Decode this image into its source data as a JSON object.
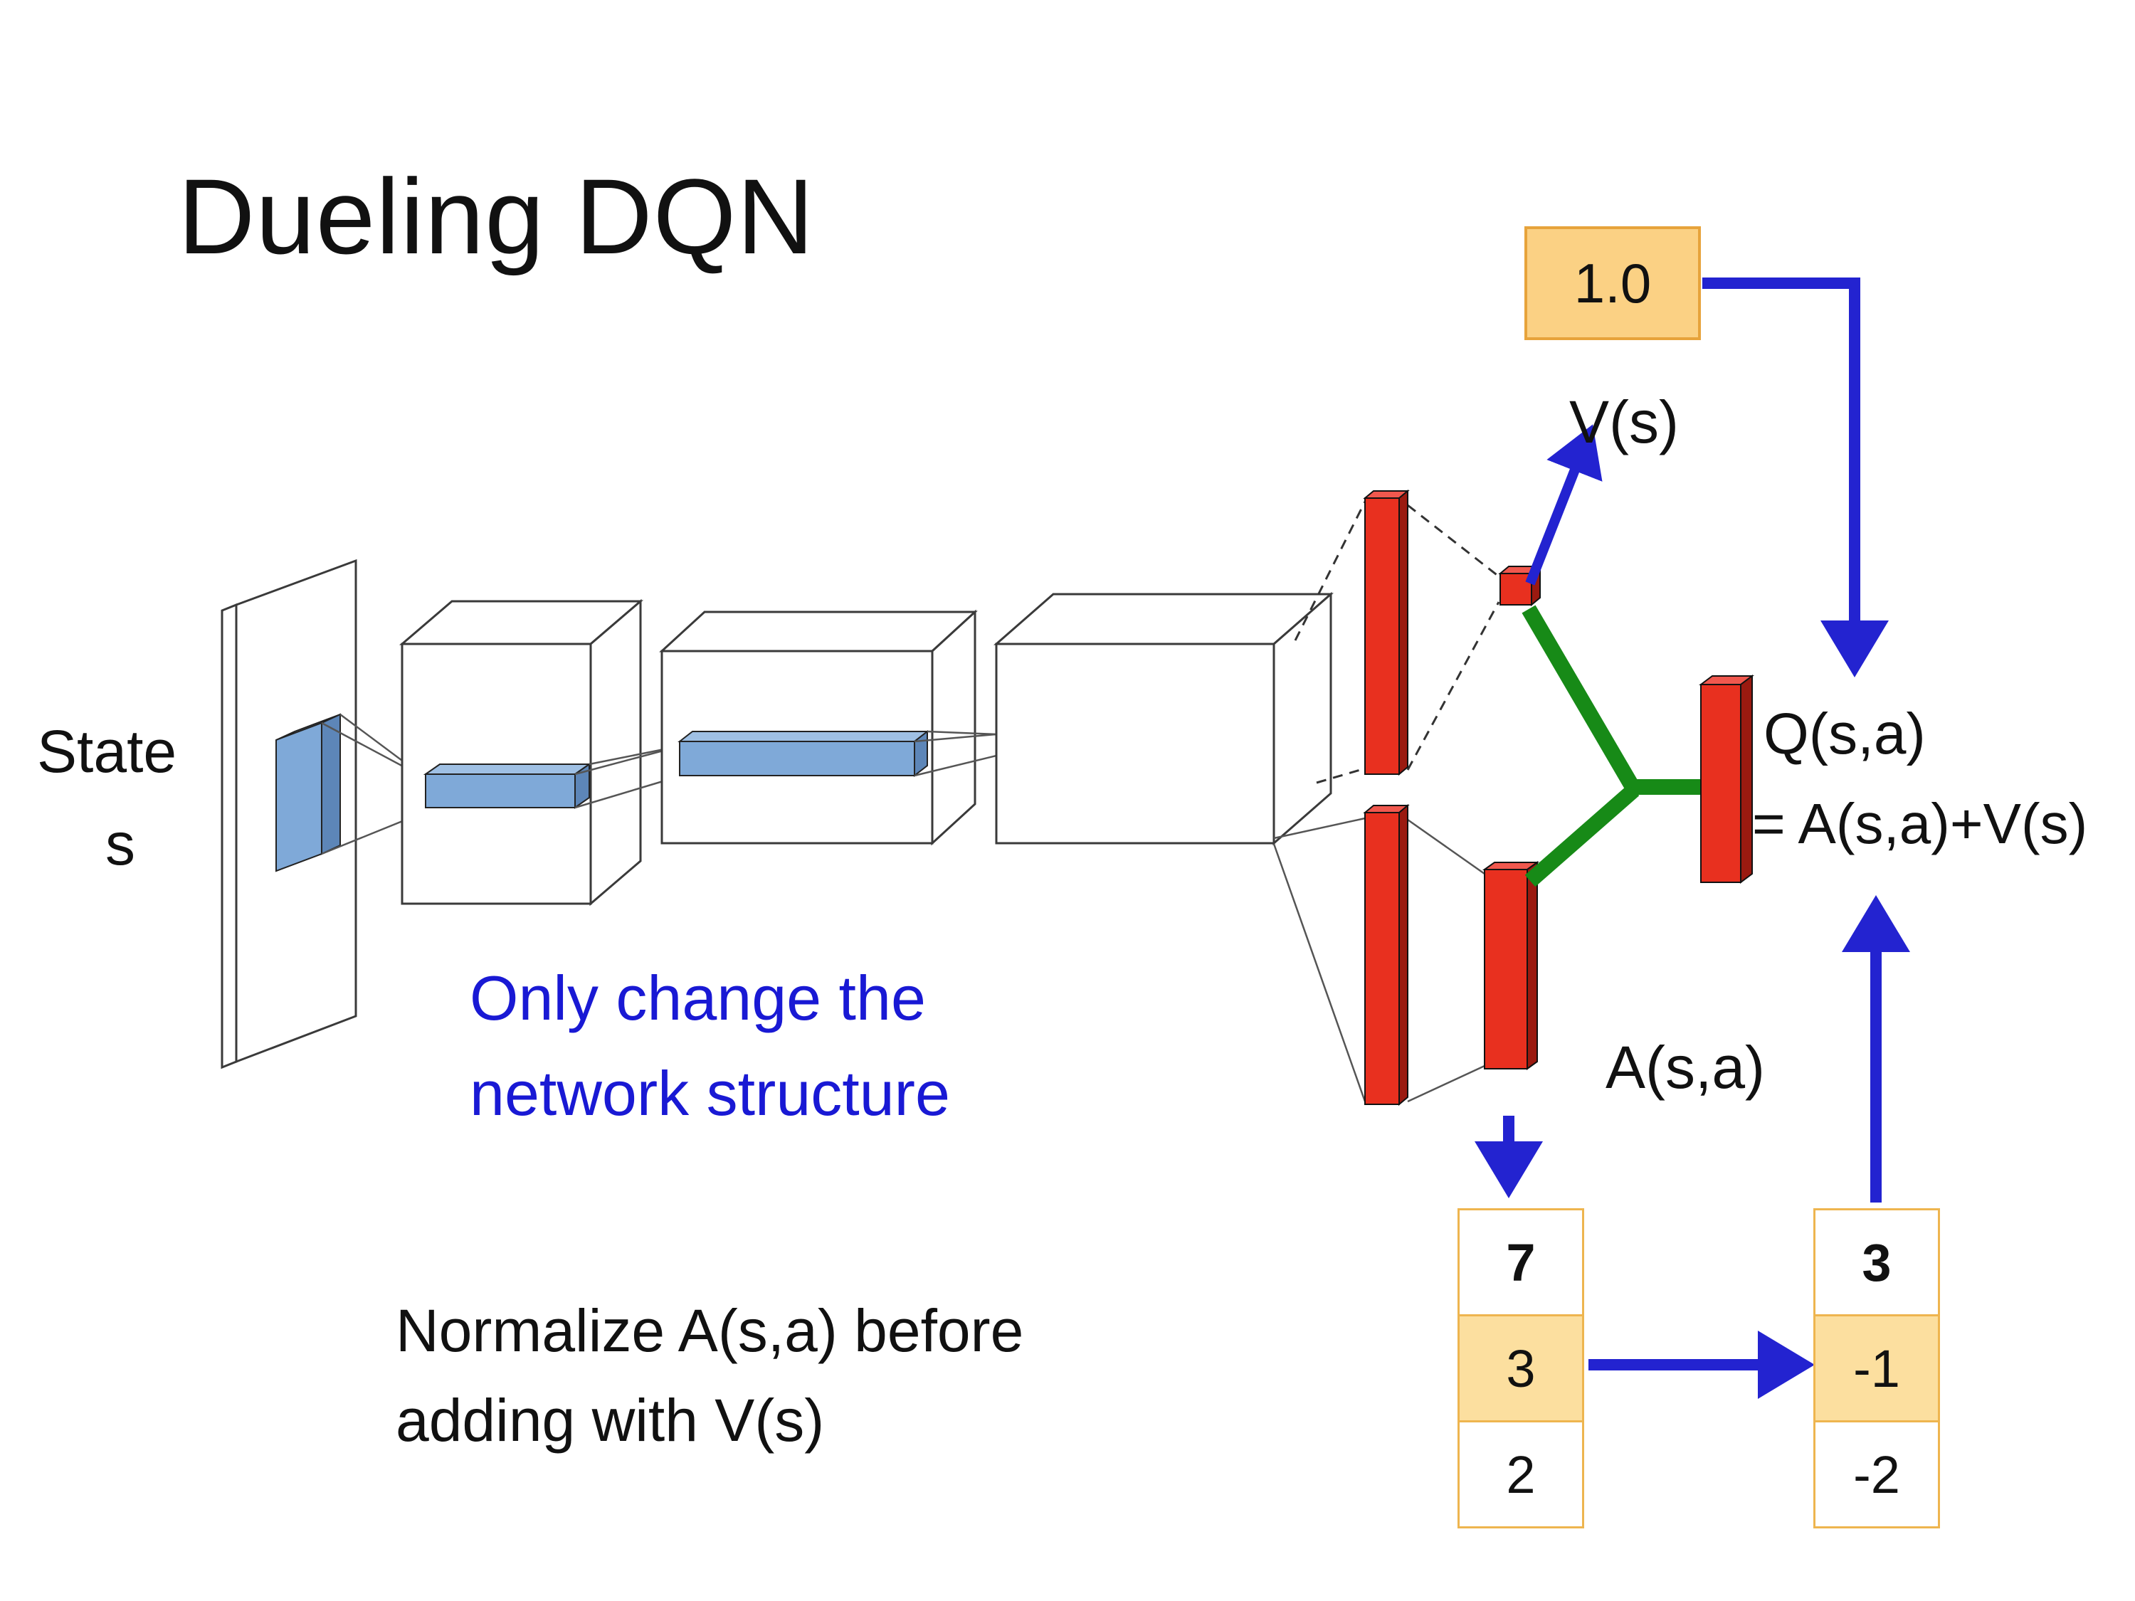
{
  "slide": {
    "title": "Dueling DQN",
    "state_label_line1": "State",
    "state_label_line2": "s",
    "note_blue_line1": "Only change the",
    "note_blue_line2": "network structure",
    "note_black_line1": "Normalize A(s,a) before",
    "note_black_line2": "adding with V(s)"
  },
  "labels": {
    "value_output": "1.0",
    "v": "V(s)",
    "a": "A(s,a)",
    "q": "Q(s,a)",
    "q_equation": "= A(s,a)+V(s)"
  },
  "tables": {
    "advantage": {
      "values": [
        "7",
        "3",
        "2"
      ],
      "highlight_row": 1
    },
    "normalized": {
      "values": [
        "3",
        "-1",
        "-2"
      ],
      "highlight_row": 1
    }
  },
  "colors": {
    "arrow_blue": "#2323d0",
    "link_green": "#178a17",
    "layer_red": "#e8301f",
    "layer_red_side": "#9b1a10",
    "feature_blue": "#7fa9d8",
    "value_box_bg": "#fbd184",
    "value_box_border": "#e7a33b",
    "table_border": "#eeb54f",
    "table_highlight_bg": "#fcdf9f",
    "note_blue_text": "#1919d4"
  }
}
